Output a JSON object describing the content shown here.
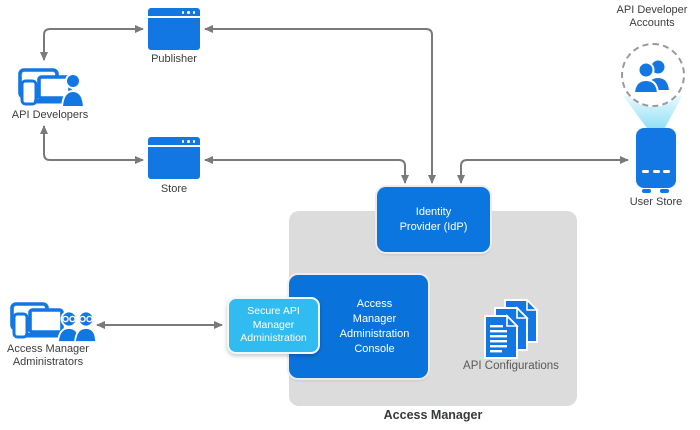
{
  "diagram_title": "Access Manager",
  "colors": {
    "accent_blue": "#0b76e0",
    "console_blue": "#0a73db",
    "icon_blue": "#1277e3",
    "secure_light_blue": "#31bcf1",
    "container_gray": "#dcdcdc",
    "connector_gray": "#7a7a7a",
    "label_dark": "#3d3d3d",
    "label_gray": "#595959",
    "beam_cyan": "#a9e4f6"
  },
  "nodes": {
    "publisher": {
      "label": "Publisher"
    },
    "store": {
      "label": "Store"
    },
    "api_developers": {
      "label": "API Developers"
    },
    "api_developer_accounts": {
      "label_line1": "API Developer",
      "label_line2": "Accounts"
    },
    "user_store": {
      "label": "User Store"
    },
    "identity_provider": {
      "line1": "Identity",
      "line2": "Provider (IdP)"
    },
    "console": {
      "lines": [
        "Access",
        "Manager",
        "Administration",
        "Console"
      ]
    },
    "secure_api": {
      "lines": [
        "Secure API",
        "Manager",
        "Administration"
      ]
    },
    "api_configurations": {
      "label": "API Configurations"
    },
    "access_manager_admins": {
      "label_line1": "Access Manager",
      "label_line2": "Administrators"
    },
    "access_manager_group": {
      "label": "Access Manager"
    }
  },
  "connectors": [
    {
      "from": "api-developers",
      "to": "publisher",
      "direction": "both"
    },
    {
      "from": "api-developers",
      "to": "store",
      "direction": "both"
    },
    {
      "from": "publisher",
      "to": "identity-provider",
      "direction": "both"
    },
    {
      "from": "store",
      "to": "identity-provider",
      "direction": "both"
    },
    {
      "from": "identity-provider",
      "to": "user-store",
      "direction": "both"
    },
    {
      "from": "console",
      "to": "identity-provider",
      "direction": "both"
    },
    {
      "from": "access-manager-admins",
      "to": "secure-api",
      "direction": "both"
    }
  ]
}
